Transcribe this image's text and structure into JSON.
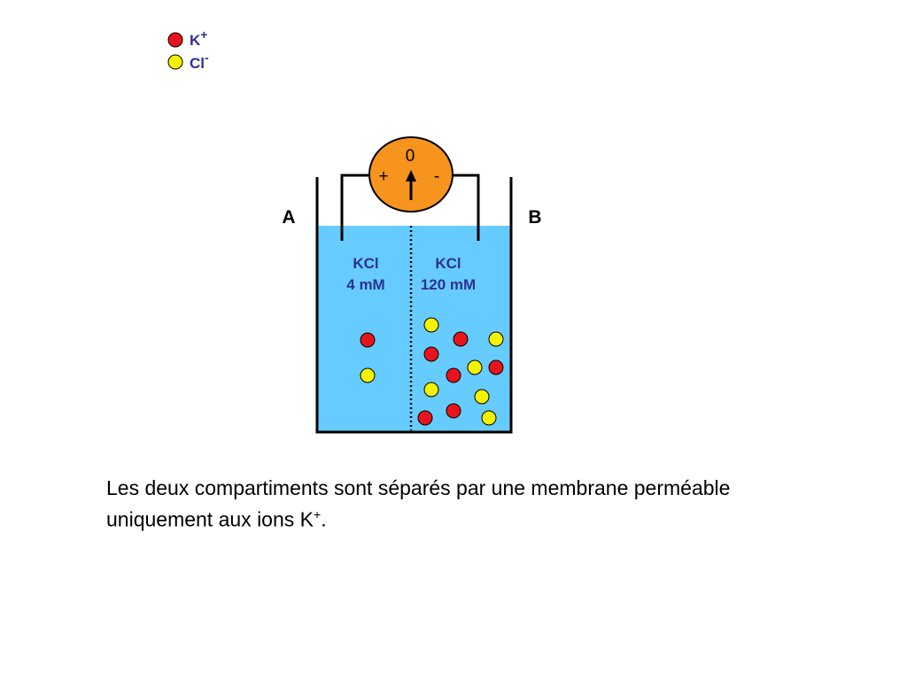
{
  "legend": {
    "k_base": "K",
    "k_sup": "+",
    "cl_base": "Cl",
    "cl_sup": "-"
  },
  "meter": {
    "zero": "0",
    "plus": "+",
    "minus": "-"
  },
  "compartments": {
    "a_label": "A",
    "b_label": "B",
    "a_line1": "KCl",
    "a_line2": "4 mM",
    "b_line1": "KCl",
    "b_line2": "120 mM"
  },
  "caption": {
    "line1": "Les deux compartiments sont séparés par une membrane perméable",
    "line2_start": "uniquement aux ions K",
    "line2_sup": "+",
    "line2_end": "."
  },
  "colors": {
    "k_ion": "#e8141b",
    "cl_ion": "#f5f200",
    "solution": "#66ccff",
    "meter": "#f7941d"
  }
}
